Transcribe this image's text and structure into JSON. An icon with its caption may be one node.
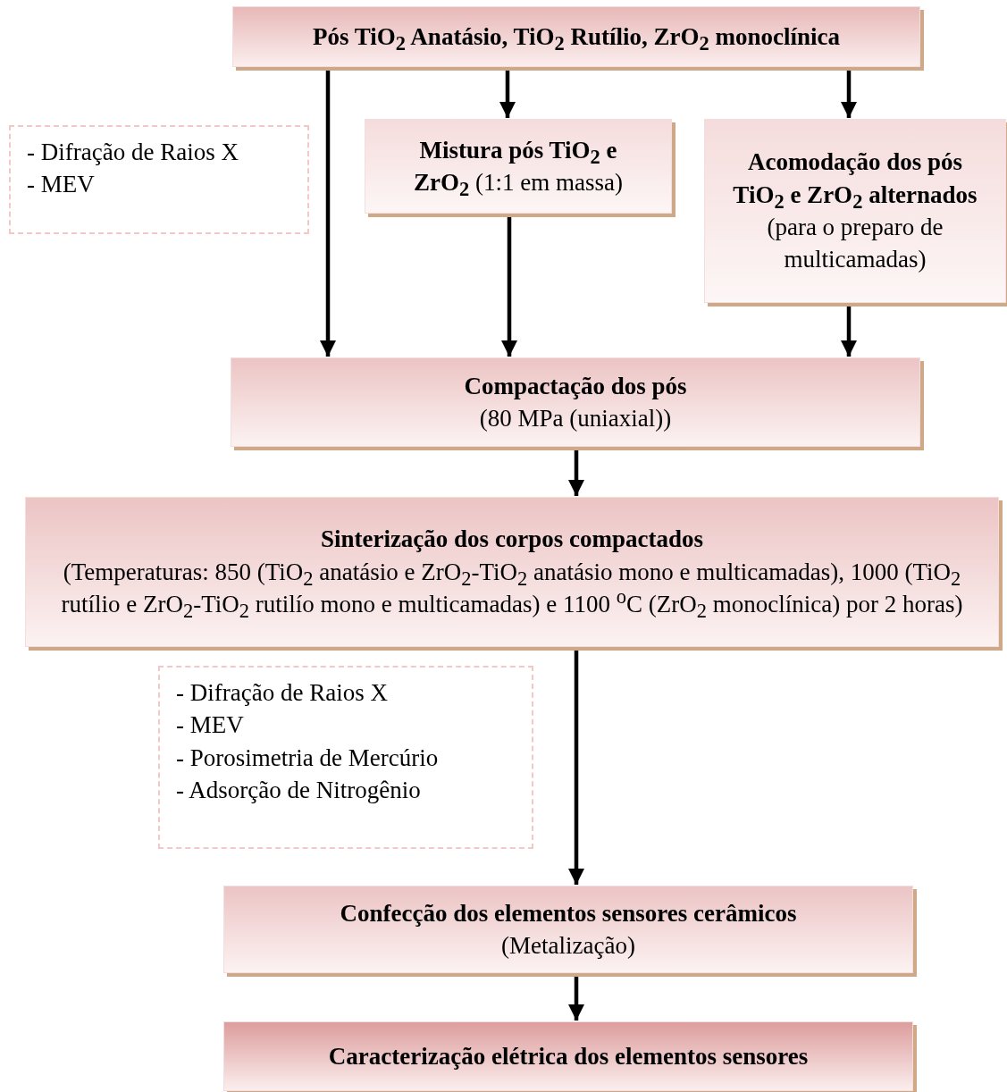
{
  "diagram": {
    "nodes": [
      {
        "text": [
          "Pós TiO$_{2}$ Anatásio, TiO$_{2}$ Rutílio, ZrO$_{2}$ monoclínica"
        ]
      },
      {
        "text": [
          "- Difração de Raios X",
          "- MEV"
        ]
      },
      {
        "text": [
          "**Mistura pós TiO$_{2}$ e ZrO$_{2}$** (1:1 em massa)"
        ]
      },
      {
        "text": [
          "**Acomodação dos pós TiO$_{2}$ e ZrO$_{2}$ alternados** (para o preparo de multicamadas)"
        ]
      },
      {
        "text": [
          "Compactação dos pós",
          "(80 MPa (uniaxial))"
        ]
      },
      {
        "text": [
          "Sinterização dos corpos compactados",
          "(Temperaturas: 850 (TiO$_{2}$ anatásio e ZrO$_{2}$-TiO$_{2}$ anatásio mono e multicamadas), 1000 (TiO$_{2}$ rutílio e ZrO$_{2}$-TiO$_{2}$ rutilío mono e multicamadas) e 1100 $^{o}$C (ZrO$_{2}$ monoclínica) por 2 horas)"
        ]
      },
      {
        "text": [
          "- Difração de Raios X",
          "- MEV",
          "- Porosimetria de Mercúrio",
          "- Adsorção de Nitrogênio"
        ]
      },
      {
        "text": [
          "Confecção dos elementos sensores cerâmicos",
          "(Metalização)"
        ]
      },
      {
        "text": [
          "Caracterização elétrica dos elementos sensores"
        ]
      }
    ],
    "edges": [
      {
        "from": 0,
        "to": 4,
        "arrow": "to"
      },
      {
        "from": 0,
        "to": 2,
        "arrow": "to"
      },
      {
        "from": 0,
        "to": 3,
        "arrow": "to"
      },
      {
        "from": 2,
        "to": 4,
        "arrow": "to"
      },
      {
        "from": 3,
        "to": 4,
        "arrow": "to"
      },
      {
        "from": 4,
        "to": 5,
        "arrow": "to"
      },
      {
        "from": 5,
        "to": 7,
        "arrow": "to"
      },
      {
        "from": 7,
        "to": 8,
        "arrow": "to"
      }
    ]
  }
}
